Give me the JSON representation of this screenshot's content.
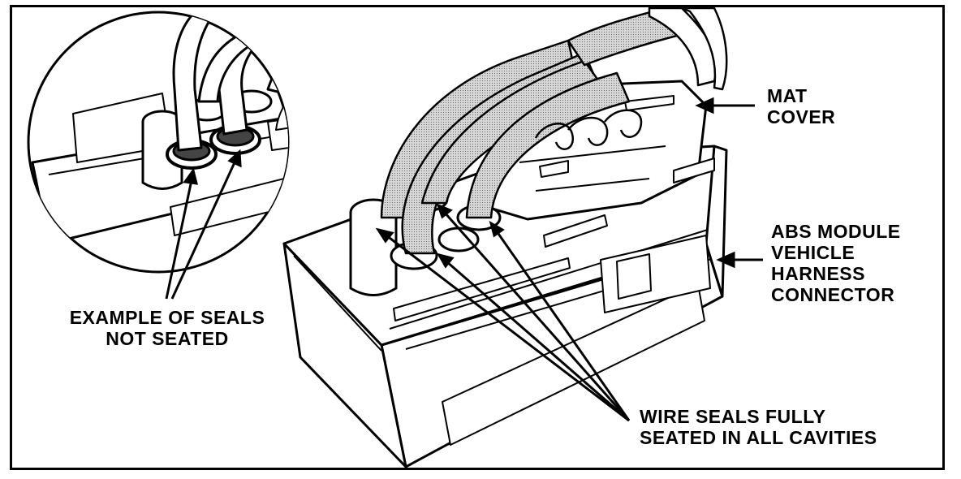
{
  "labels": {
    "mat_cover": [
      "MAT",
      "COVER"
    ],
    "abs_module": [
      "ABS MODULE",
      "VEHICLE",
      "HARNESS",
      "CONNECTOR"
    ],
    "not_seated": [
      "EXAMPLE OF SEALS",
      "NOT SEATED"
    ],
    "fully_seated": [
      "WIRE SEALS FULLY",
      "SEATED IN ALL CAVITIES"
    ]
  },
  "colors": {
    "line": "#000000",
    "wire_fill": "#b8b8b8",
    "background": "#ffffff"
  }
}
